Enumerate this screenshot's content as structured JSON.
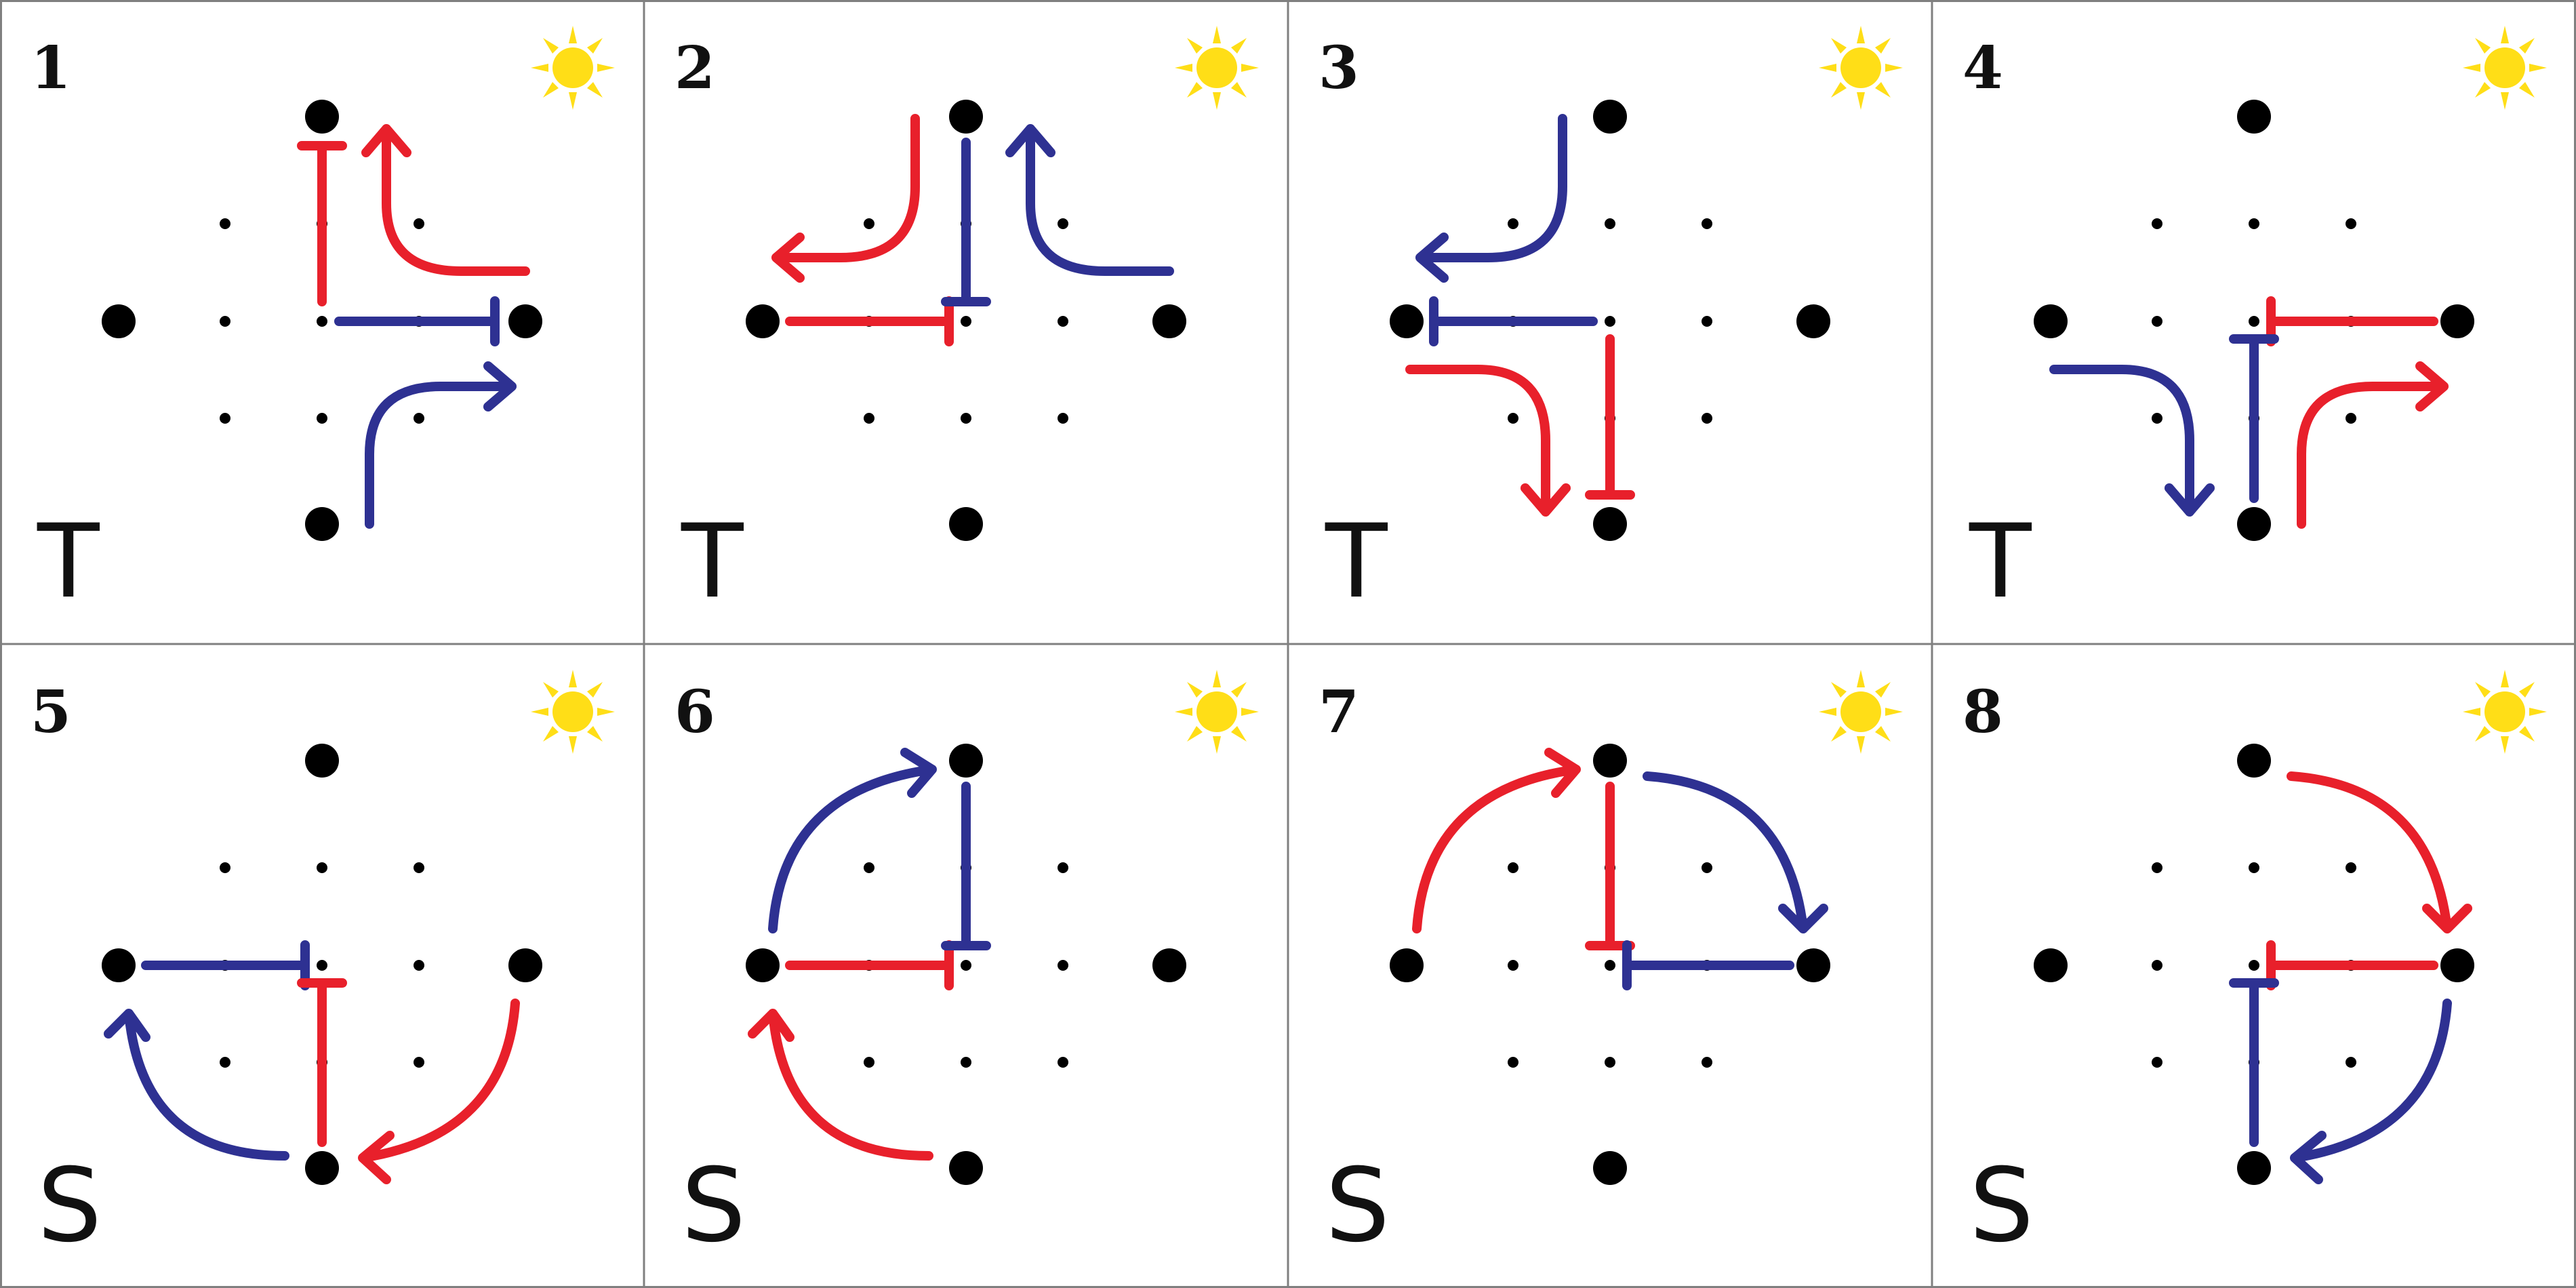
{
  "colors": {
    "red": "#e8202b",
    "blue": "#2e3192",
    "sun": "#ffde17",
    "node": "#000000",
    "border": "#808080"
  },
  "icons": {
    "sun": "sun-icon"
  },
  "panels": [
    {
      "number": "1",
      "mode": "T"
    },
    {
      "number": "2",
      "mode": "T"
    },
    {
      "number": "3",
      "mode": "T"
    },
    {
      "number": "4",
      "mode": "T"
    },
    {
      "number": "5",
      "mode": "S"
    },
    {
      "number": "6",
      "mode": "S"
    },
    {
      "number": "7",
      "mode": "S"
    },
    {
      "number": "8",
      "mode": "S"
    }
  ]
}
